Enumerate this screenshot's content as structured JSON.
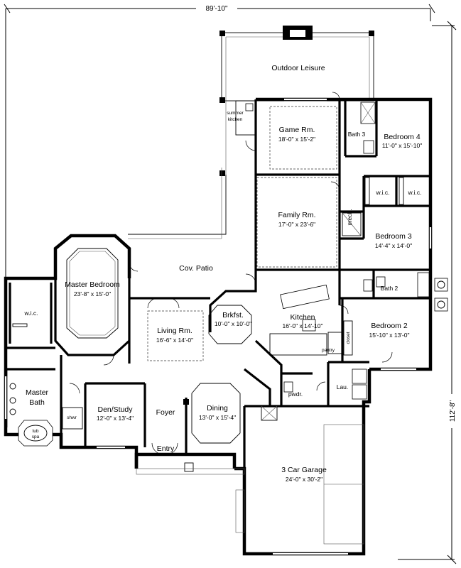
{
  "dimensions": {
    "width": "89'-10\"",
    "depth": "112'-8\""
  },
  "rooms": {
    "outdoor_leisure": "Outdoor Leisure",
    "summer_kitchen_1": "summer",
    "summer_kitchen_2": "kitchen",
    "game_rm": {
      "name": "Game Rm.",
      "size": "18'-0\" x 15'-2\""
    },
    "bath3": "Bath 3",
    "bedroom4": {
      "name": "Bedroom 4",
      "size": "11'-0\" x 15'-10\""
    },
    "wic_b4a": "w.i.c.",
    "wic_b4b": "w.i.c.",
    "mech": "mech.",
    "family_rm": {
      "name": "Family Rm.",
      "size": "17'-0\" x 23'-6\""
    },
    "bedroom3": {
      "name": "Bedroom 3",
      "size": "14'-4\" x 14'-0\""
    },
    "cov_patio": "Cov. Patio",
    "master_bedroom": {
      "name": "Master Bedroom",
      "size": "23'-8\" x 15'-0\""
    },
    "master_wic": "w.i.c.",
    "bath2": "Bath 2",
    "brkfst": {
      "name": "Brkfst.",
      "size": "10'-0\" x 10'-0\""
    },
    "kitchen": {
      "name": "Kitchen",
      "size": "16'-0\" x 14'-10\""
    },
    "living_rm": {
      "name": "Living Rm.",
      "size": "16'-6\" x 14'-0\""
    },
    "bedroom2": {
      "name": "Bedroom 2",
      "size": "15'-10\" x 13'-0\""
    },
    "pantry": "pantry",
    "closet": "closet",
    "lau": "Lau.",
    "pwdr": "pwdr.",
    "master_bath": {
      "name1": "Master",
      "name2": "Bath"
    },
    "shwr": "shwr",
    "tub_spa_1": "tub",
    "tub_spa_2": "spa",
    "den_study": {
      "name": "Den/Study",
      "size": "12'-0\" x 13'-4\""
    },
    "foyer": "Foyer",
    "dining": {
      "name": "Dining",
      "size": "13'-0\" x 15'-4\""
    },
    "entry": "Entry",
    "garage": {
      "name": "3 Car Garage",
      "size": "24'-0\" x 30'-2\""
    }
  }
}
